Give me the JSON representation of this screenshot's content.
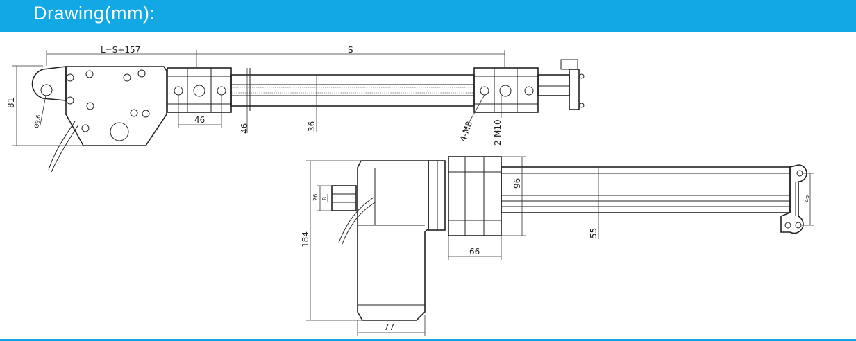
{
  "header": {
    "title": "Drawing(mm):",
    "bar_color": "#12a8e6"
  },
  "top_view": {
    "dims": {
      "overall_length": "L=S+157",
      "stroke": "S",
      "height": "81",
      "hole": "Ø9.6",
      "bracket_spacing": "46",
      "bracket_height": "46",
      "rod_height": "36",
      "bolts_small": "4-M8",
      "bolts_large": "2-M10"
    }
  },
  "side_view": {
    "dims": {
      "height": "184",
      "motor_width": "77",
      "flange_width": "66",
      "tube_height": "96",
      "rod_height": "55",
      "end_a": "26",
      "end_b": "8",
      "end_c": "46"
    }
  }
}
